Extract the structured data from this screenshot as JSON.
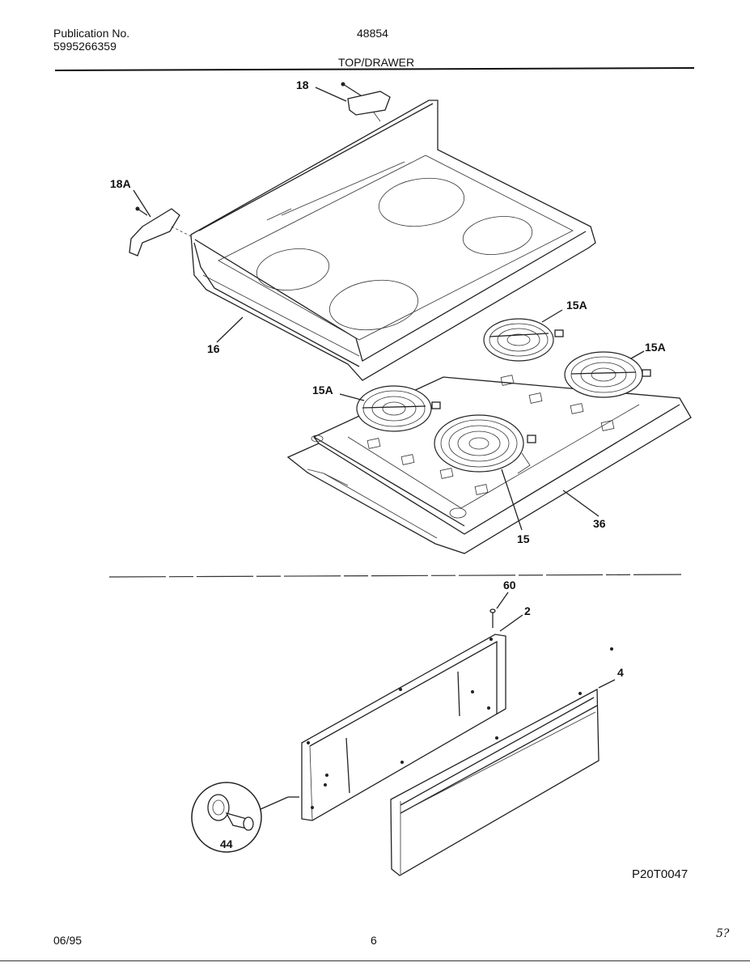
{
  "header": {
    "publication_label": "Publication No.",
    "publication_number": "5995266359",
    "model_number": "48854",
    "section_title": "TOP/DRAWER"
  },
  "callouts": {
    "c18": "18",
    "c18a": "18A",
    "c16": "16",
    "c15a_top": "15A",
    "c15a_right": "15A",
    "c15a_left": "15A",
    "c15": "15",
    "c36": "36",
    "c60": "60",
    "c2": "2",
    "c4": "4",
    "c44": "44"
  },
  "figure_code": "P20T0047",
  "footer": {
    "date": "06/95",
    "page_number": "6",
    "corner_mark": "5?"
  }
}
